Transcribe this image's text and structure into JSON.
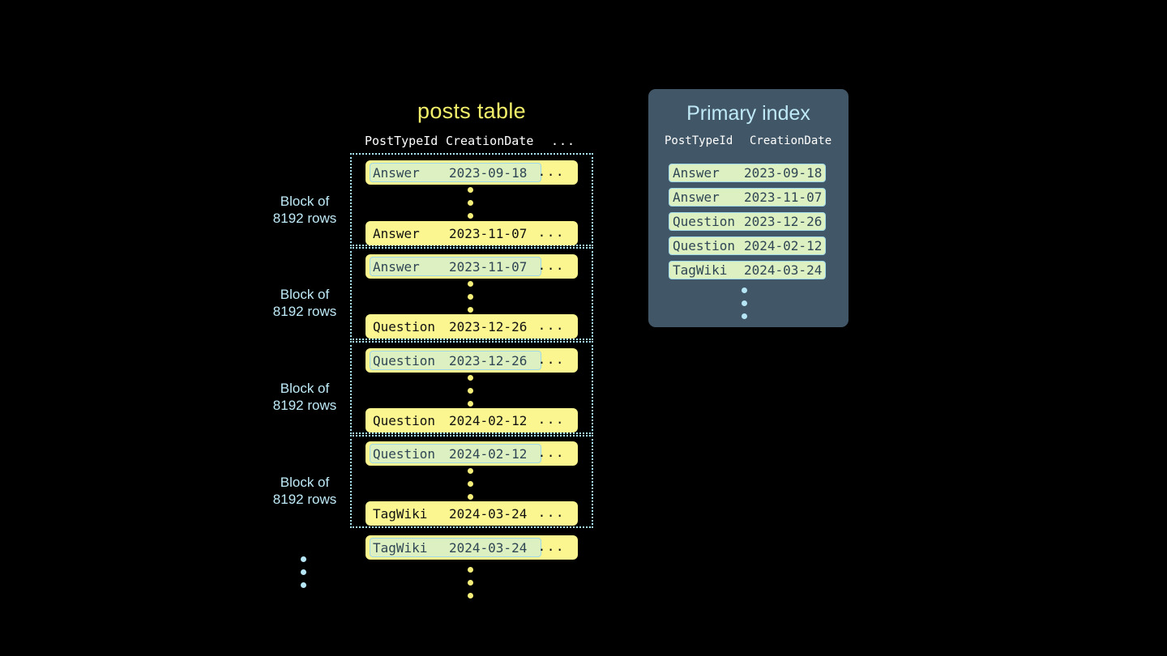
{
  "posts_table": {
    "title": "posts table",
    "columns": {
      "post_type_id": "PostTypeId",
      "creation_date": "CreationDate",
      "rest": "..."
    },
    "ellipsis": "...",
    "blocks": [
      {
        "label_line1": "Block of",
        "label_line2": "8192 rows",
        "first_row": {
          "post_type_id": "Answer",
          "creation_date": "2023-09-18",
          "rest": "...",
          "highlighted": true
        },
        "last_row": {
          "post_type_id": "Answer",
          "creation_date": "2023-11-07",
          "rest": "...",
          "highlighted": false
        }
      },
      {
        "label_line1": "Block of",
        "label_line2": "8192 rows",
        "first_row": {
          "post_type_id": "Answer",
          "creation_date": "2023-11-07",
          "rest": "...",
          "highlighted": true
        },
        "last_row": {
          "post_type_id": "Question",
          "creation_date": "2023-12-26",
          "rest": "...",
          "highlighted": false
        }
      },
      {
        "label_line1": "Block of",
        "label_line2": "8192 rows",
        "first_row": {
          "post_type_id": "Question",
          "creation_date": "2023-12-26",
          "rest": "...",
          "highlighted": true
        },
        "last_row": {
          "post_type_id": "Question",
          "creation_date": "2024-02-12",
          "rest": "...",
          "highlighted": false
        }
      },
      {
        "label_line1": "Block of",
        "label_line2": "8192 rows",
        "first_row": {
          "post_type_id": "Question",
          "creation_date": "2024-02-12",
          "rest": "...",
          "highlighted": true
        },
        "last_row": {
          "post_type_id": "TagWiki",
          "creation_date": "2024-03-24",
          "rest": "...",
          "highlighted": false
        }
      }
    ],
    "trailing_row": {
      "post_type_id": "TagWiki",
      "creation_date": "2024-03-24",
      "rest": "...",
      "highlighted": true
    }
  },
  "primary_index": {
    "title": "Primary index",
    "columns": {
      "post_type_id": "PostTypeId",
      "creation_date": "CreationDate"
    },
    "rows": [
      {
        "post_type_id": "Answer",
        "creation_date": "2023-09-18"
      },
      {
        "post_type_id": "Answer",
        "creation_date": "2023-11-07"
      },
      {
        "post_type_id": "Question",
        "creation_date": "2023-12-26"
      },
      {
        "post_type_id": "Question",
        "creation_date": "2024-02-12"
      },
      {
        "post_type_id": "TagWiki",
        "creation_date": "2024-03-24"
      }
    ]
  },
  "colors": {
    "background": "#000000",
    "row_yellow": "#fbf68f",
    "mark_green": "#ddf0c2",
    "mark_border": "#9fd8e8",
    "accent_cyan": "#bfeaf7",
    "title_yellow": "#f2f06a",
    "panel_slate": "#415666",
    "dot_yellow": "#f5ef7a",
    "dot_cyan": "#b6e6f6"
  }
}
